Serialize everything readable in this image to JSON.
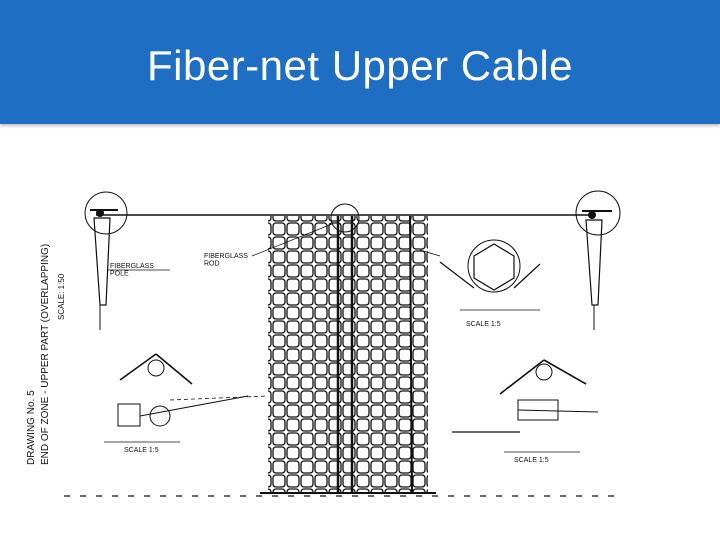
{
  "slide": {
    "title": "Fiber-net Upper Cable"
  },
  "drawing": {
    "side_caption_line1": "DRAWING No. 5",
    "side_caption_line2": "END OF ZONE - UPPER PART (OVERLAPPING)",
    "side_caption_line3": "SCALE: 1:50",
    "label_fiberglass_pole": "FIBERGLASS\nPOLE",
    "label_fiberglass_rod": "FIBERGLASS\nROD",
    "label_scale_right_top": "SCALE 1:5",
    "label_scale_left_bottom": "SCALE 1:5",
    "label_scale_right_bottom": "SCALE 1:5",
    "colors": {
      "title_bar": "#1e6fc4",
      "line": "#111111"
    }
  }
}
